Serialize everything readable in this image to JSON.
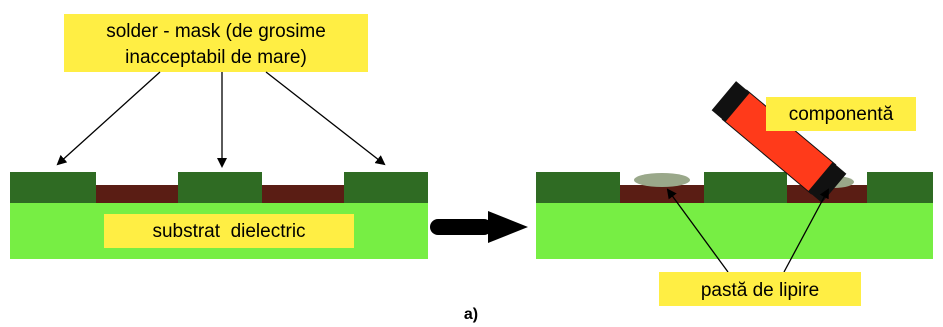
{
  "labels": {
    "solder_mask_line1": "solder - mask (de grosime",
    "solder_mask_line2": "inacceptabil de mare)",
    "substrate": "substrat  dielectric",
    "component": "componentă",
    "solder_paste": "pastă de lipire",
    "caption": "a)"
  },
  "colors": {
    "substrate": "#77ee44",
    "solder_mask": "#2f6b23",
    "copper_pad": "#5a1d14",
    "label_bg": "#ffee44",
    "component_body": "#ff3a1a",
    "component_caps": "#111111",
    "solder_paste": "#9aa88a",
    "arrow": "#000000"
  }
}
